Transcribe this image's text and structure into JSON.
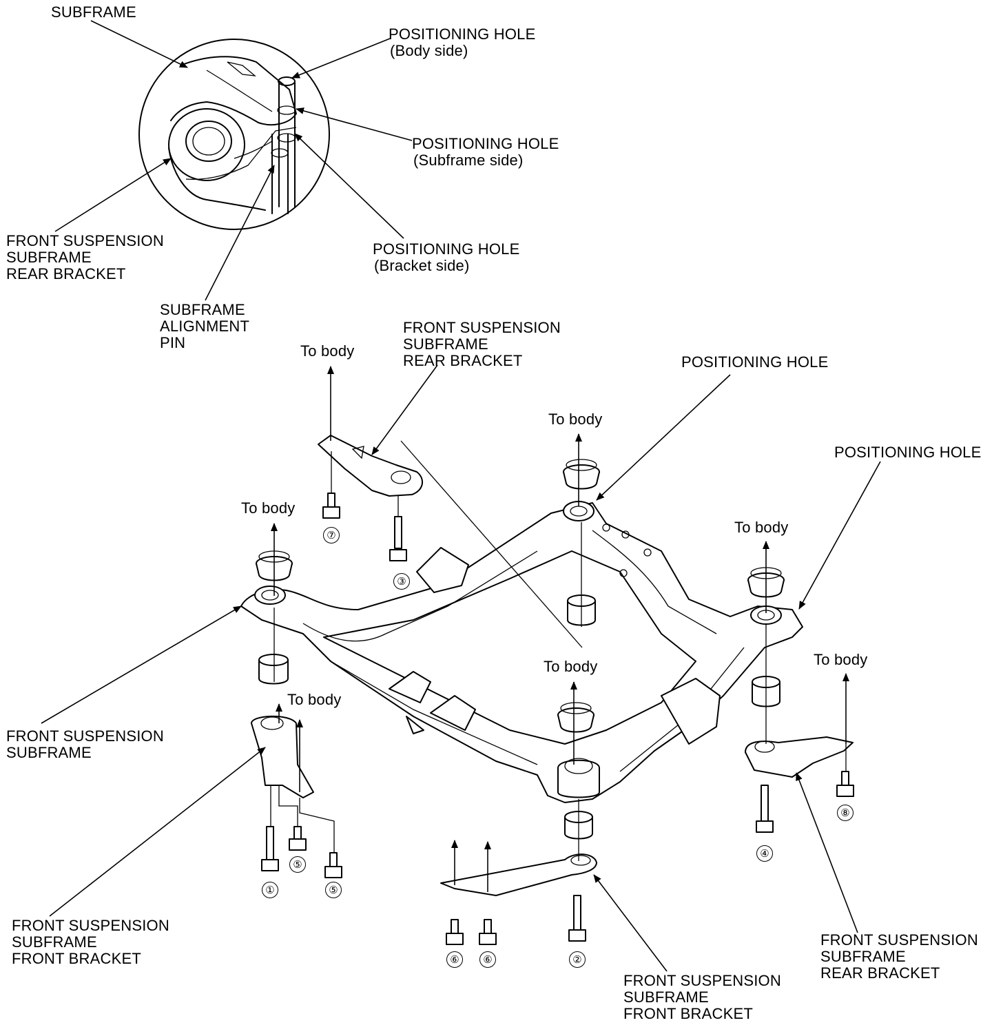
{
  "detail_view": {
    "subframe": "SUBFRAME",
    "hole_body": [
      "POSITIONING HOLE",
      "(Body side)"
    ],
    "hole_subframe": [
      "POSITIONING HOLE",
      "(Subframe side)"
    ],
    "hole_bracket": [
      "POSITIONING HOLE",
      "(Bracket side)"
    ],
    "rear_bracket": [
      "FRONT SUSPENSION",
      "SUBFRAME",
      "REAR BRACKET"
    ],
    "alignment_pin": [
      "SUBFRAME",
      "ALIGNMENT",
      "PIN"
    ]
  },
  "main_view": {
    "to_body": "To body",
    "rear_bracket_top": [
      "FRONT SUSPENSION",
      "SUBFRAME",
      "REAR BRACKET"
    ],
    "positioning_hole": "POSITIONING HOLE",
    "front_suspension_subframe": [
      "FRONT SUSPENSION",
      "SUBFRAME"
    ],
    "front_bracket_left": [
      "FRONT SUSPENSION",
      "SUBFRAME",
      "FRONT BRACKET"
    ],
    "front_bracket_bottom": [
      "FRONT SUSPENSION",
      "SUBFRAME",
      "FRONT BRACKET"
    ],
    "rear_bracket_right": [
      "FRONT SUSPENSION",
      "SUBFRAME",
      "REAR BRACKET"
    ]
  },
  "bolt_numbers": {
    "b1": "①",
    "b2": "②",
    "b3": "③",
    "b4": "④",
    "b5": "⑤",
    "b6": "⑥",
    "b7": "⑦",
    "b8": "⑧"
  }
}
